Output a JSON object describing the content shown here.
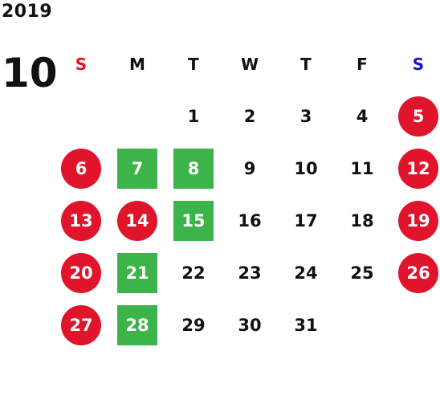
{
  "calendar": {
    "year": "2019",
    "month": "10",
    "weekdays": [
      "S",
      "M",
      "T",
      "W",
      "T",
      "F",
      "S"
    ],
    "colors": {
      "sunday_header": "#e0141e",
      "saturday_header": "#1414e0",
      "holiday_circle": "#e0142a",
      "green_square": "#3cb44a"
    },
    "weeks": [
      [
        "",
        "",
        "1",
        "2",
        "3",
        "4",
        "5"
      ],
      [
        "6",
        "7",
        "8",
        "9",
        "10",
        "11",
        "12"
      ],
      [
        "13",
        "14",
        "15",
        "16",
        "17",
        "18",
        "19"
      ],
      [
        "20",
        "21",
        "22",
        "23",
        "24",
        "25",
        "26"
      ],
      [
        "27",
        "28",
        "29",
        "30",
        "31",
        "",
        ""
      ]
    ],
    "styles": [
      [
        "",
        "",
        "",
        "",
        "",
        "",
        "holiday"
      ],
      [
        "holiday",
        "green",
        "green",
        "",
        "",
        "",
        "holiday"
      ],
      [
        "holiday",
        "holiday",
        "green",
        "",
        "",
        "",
        "holiday"
      ],
      [
        "holiday",
        "green",
        "",
        "",
        "",
        "",
        "holiday"
      ],
      [
        "holiday",
        "green",
        "",
        "",
        "",
        "",
        ""
      ]
    ]
  }
}
